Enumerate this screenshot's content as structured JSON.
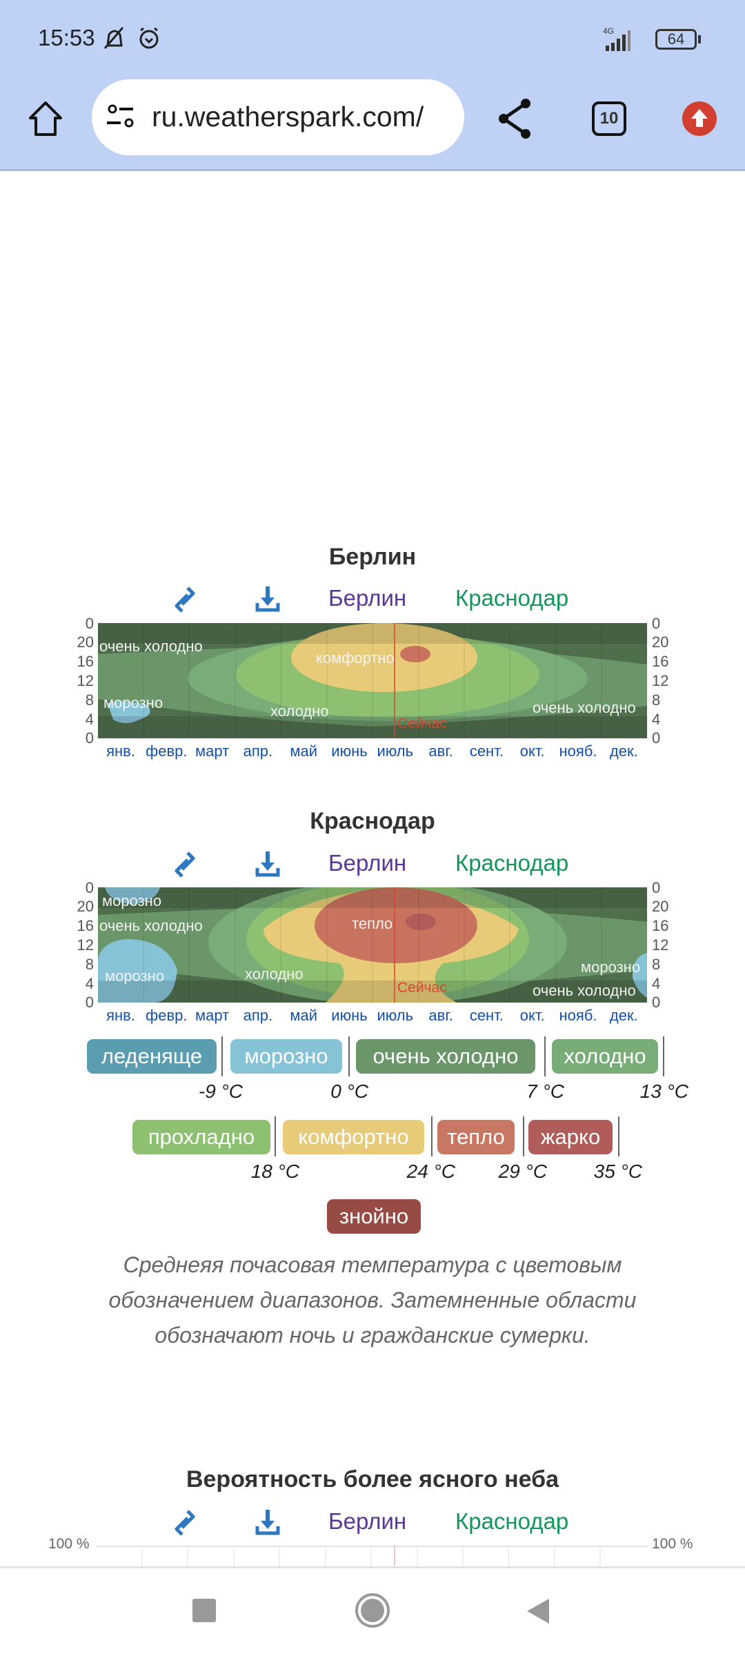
{
  "status": {
    "time": "15:53",
    "network": "4G",
    "battery": "64"
  },
  "browser": {
    "url": "ru.weatherspark.com/",
    "tab_count": "10"
  },
  "chart_common": {
    "y_ticks": [
      "0",
      "20",
      "16",
      "12",
      "8",
      "4",
      "0"
    ],
    "months": [
      "янв.",
      "февр.",
      "март",
      "апр.",
      "май",
      "июнь",
      "июль",
      "авг.",
      "сент.",
      "окт.",
      "нояб.",
      "дек."
    ],
    "now_label": "Сейчас",
    "link_berlin": "Берлин",
    "link_krasnodar": "Краснодар"
  },
  "berlin": {
    "title": "Берлин",
    "labels": [
      "очень холодно",
      "комфортно",
      "морозно",
      "холодно",
      "очень холодно"
    ]
  },
  "krasnodar": {
    "title": "Краснодар",
    "labels": [
      "морозно",
      "очень холодно",
      "тепло",
      "морозно",
      "холодно",
      "морозно",
      "очень холодно"
    ]
  },
  "legend": {
    "bands": [
      {
        "label": "леденяще",
        "color": "#5a9db0"
      },
      {
        "label": "морозно",
        "color": "#86c3d6"
      },
      {
        "label": "очень холодно",
        "color": "#6a9669"
      },
      {
        "label": "холодно",
        "color": "#79ad78"
      },
      {
        "label": "прохладно",
        "color": "#8dc070"
      },
      {
        "label": "комфортно",
        "color": "#e8cb78"
      },
      {
        "label": "тепло",
        "color": "#c87862"
      },
      {
        "label": "жарко",
        "color": "#b05c5a"
      },
      {
        "label": "знойно",
        "color": "#984b45"
      }
    ],
    "thresholds": [
      "-9 °C",
      "0 °C",
      "7 °C",
      "13 °C",
      "18 °C",
      "24 °C",
      "29 °C",
      "35 °C"
    ]
  },
  "caption": [
    "Среднеяя почасовая температура с цветовым",
    "обозначением диапазонов. Затемненные области",
    "обозначают ночь и гражданские сумерки."
  ],
  "clear_sky": {
    "title": "Вероятность более ясного неба",
    "y_label_left": "100 %",
    "y_label_right": "100 %"
  }
}
